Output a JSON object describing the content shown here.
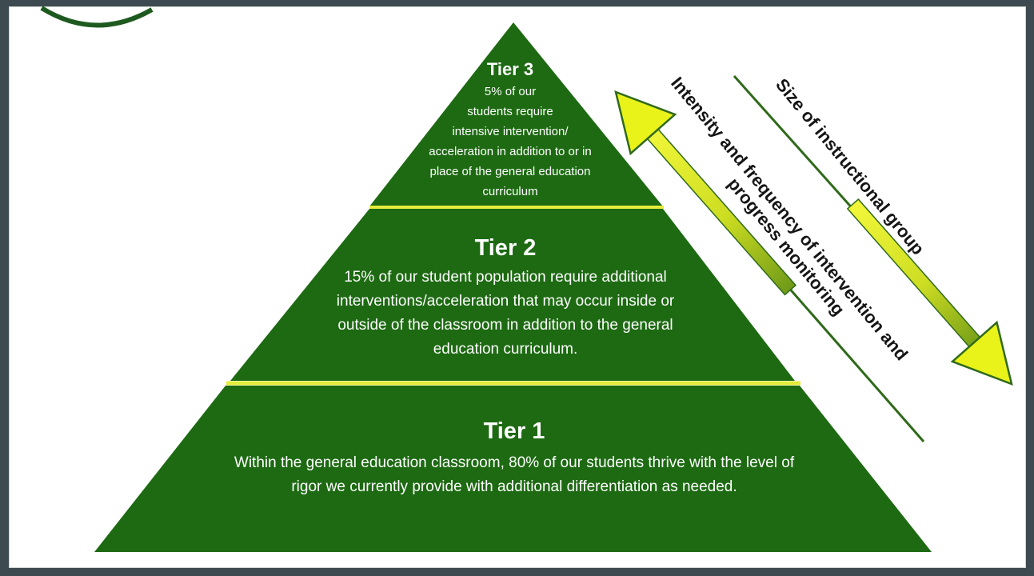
{
  "colors": {
    "pyramid_green": "#1d6a12",
    "divider_yellow": "#e6ec3c",
    "arrow_yellow": "#e9f219",
    "arrow_stroke": "#2f6a1a"
  },
  "tiers": {
    "tier3": {
      "title": "Tier 3",
      "lines": [
        "5% of our",
        "students require",
        "intensive intervention/",
        "acceleration in addition to or in",
        "place of the general education",
        "curriculum"
      ]
    },
    "tier2": {
      "title": "Tier 2",
      "lines": [
        "15% of our student population require additional",
        "interventions/acceleration that may occur inside or",
        "outside of the classroom in addition to the general",
        "education curriculum."
      ]
    },
    "tier1": {
      "title": "Tier 1",
      "lines": [
        "Within the general education classroom, 80% of our students thrive with the level of",
        "rigor we currently provide with additional differentiation as needed."
      ]
    }
  },
  "arrows": {
    "intensity": {
      "line1": "Intensity and frequency of intervention and",
      "line2": "progress monitoring"
    },
    "group_size": {
      "label": "Size of instructional group"
    }
  }
}
